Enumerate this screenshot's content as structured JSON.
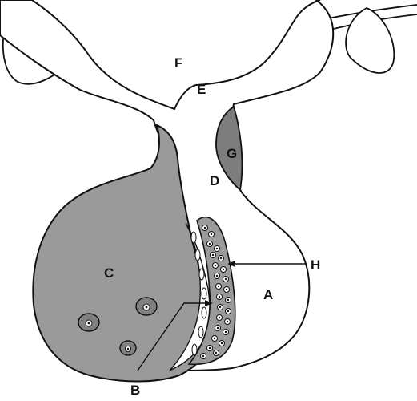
{
  "labels": {
    "A": "A",
    "B": "B",
    "C": "C",
    "D": "D",
    "E": "E",
    "F": "F",
    "G": "G",
    "H": "H"
  },
  "colors": {
    "outline": "#111111",
    "cell_fill": "#9a9a9a",
    "pocket_fill": "#7d7d7d",
    "cytoplasm_fill": "#ffffff"
  }
}
